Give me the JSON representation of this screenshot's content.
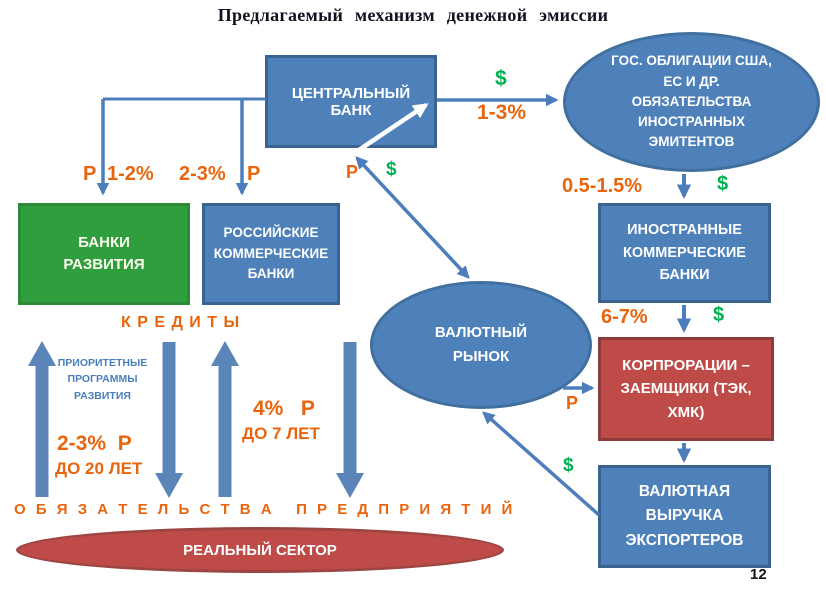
{
  "title": "Предлагаемый  механизм  денежной  эмиссии",
  "page_number": "12",
  "colors": {
    "box_blue": "#4e81ba",
    "box_blue_border": "#3a648f",
    "box_green": "#2f9e3d",
    "box_red": "#be4b48",
    "box_red_border": "#8e3b3b",
    "label_orange": "#e8650d",
    "dollar_green": "#00b050",
    "arrow_blue": "#4d7ebc",
    "thick_arrow_blue": "#5b84b8"
  },
  "nodes": {
    "central_bank": {
      "label": "ЦЕНТРАЛЬНЫЙ БАНК"
    },
    "gov_bonds": {
      "label": "ГОС. ОБЛИГАЦИИ США, ЕС И ДР. ОБЯЗАТЕЛЬСТВА ИНОСТРАННЫХ ЭМИТЕНТОВ"
    },
    "development_banks": {
      "label": "БАНКИ РАЗВИТИЯ"
    },
    "russian_commercial_banks": {
      "label": "РОССИЙСКИЕ КОММЕРЧЕСКИЕ БАНКИ"
    },
    "currency_market": {
      "label": "ВАЛЮТНЫЙ РЫНОК"
    },
    "foreign_commercial_banks": {
      "label": "ИНОСТРАННЫЕ КОММЕРЧЕСКИЕ БАНКИ"
    },
    "corporations": {
      "label": "КОРПРОРАЦИИ – ЗАЕМЩИКИ (ТЭК, ХМК)"
    },
    "export_revenue": {
      "label": "ВАЛЮТНАЯ ВЫРУЧКА ЭКСПОРТЕРОВ"
    },
    "real_sector": {
      "label": "РЕАЛЬНЫЙ СЕКТОР"
    }
  },
  "labels": {
    "dollar_cb_bonds": "$",
    "rate_cb_bonds": "1-3%",
    "rate_bonds_fcb": "0.5-1.5%",
    "dollar_bonds_fcb": "$",
    "rate_fcb_corp": "6-7%",
    "dollar_fcb_corp": "$",
    "ruble_cb_market": "Р",
    "dollar_cb_market": "$",
    "ruble_cb_dev": "Р",
    "rate_cb_dev": "1-2%",
    "rate_cb_rcb": "2-3%",
    "ruble_cb_rcb": "Р",
    "ruble_market_corp": "Р",
    "dollar_export_market": "$",
    "credits": "К Р Е Д И Т Ы",
    "obligations": "О Б Я З А Т Е Л Ь С Т В А   П Р Е Д П Р И Я Т И Й",
    "priority_programs": "ПРИОРИТЕТНЫЕ\nПРОГРАММЫ\nРАЗВИТИЯ",
    "dev_loan_rate": "2-3%  Р",
    "dev_loan_term": "ДО 20 ЛЕТ",
    "rcb_loan_rate": "4%   Р",
    "rcb_loan_term": "ДО 7 ЛЕТ"
  }
}
